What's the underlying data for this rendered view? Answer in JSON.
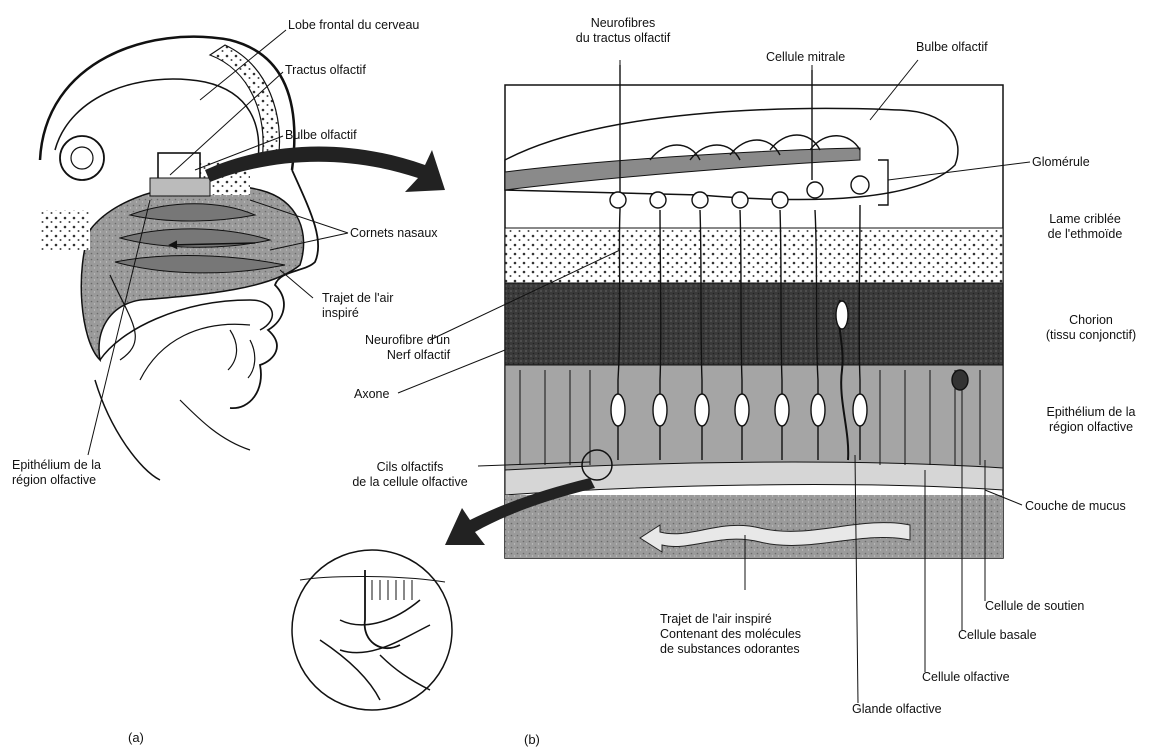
{
  "panel_a": {
    "part_label": "(a)",
    "labels": {
      "lobe_frontal": "Lobe frontal du cerveau",
      "tractus": "Tractus olfactif",
      "bulbe": "Bulbe olfactif",
      "cornets": "Cornets nasaux",
      "trajet_air": [
        "Trajet de l'air",
        "inspiré"
      ],
      "epithelium": [
        "Epithélium de la",
        "région olfactive"
      ]
    }
  },
  "panel_b": {
    "part_label": "(b)",
    "labels": {
      "neurofibres_tractus": [
        "Neurofibres",
        "du tractus olfactif"
      ],
      "cellule_mitrale": "Cellule mitrale",
      "bulbe": "Bulbe olfactif",
      "glomerule": "Glomérule",
      "lame_criblee": [
        "Lame criblée",
        "de l'ethmoïde"
      ],
      "chorion": [
        "Chorion",
        "(tissu conjonctif)"
      ],
      "epithelium": [
        "Epithélium de la",
        "région olfactive"
      ],
      "couche_mucus": "Couche de mucus",
      "neurofibre_nerf": [
        "Neurofibre d'un",
        "Nerf olfactif"
      ],
      "axone": "Axone",
      "cils": [
        "Cils olfactifs",
        "de la cellule olfactive"
      ],
      "trajet_air": [
        "Trajet de l'air inspiré",
        "Contenant des molécules",
        "de substances odorantes"
      ],
      "cellule_soutien": "Cellule de soutien",
      "cellule_basale": "Cellule basale",
      "cellule_olfactive": "Cellule olfactive",
      "glande": "Glande olfactive"
    }
  }
}
